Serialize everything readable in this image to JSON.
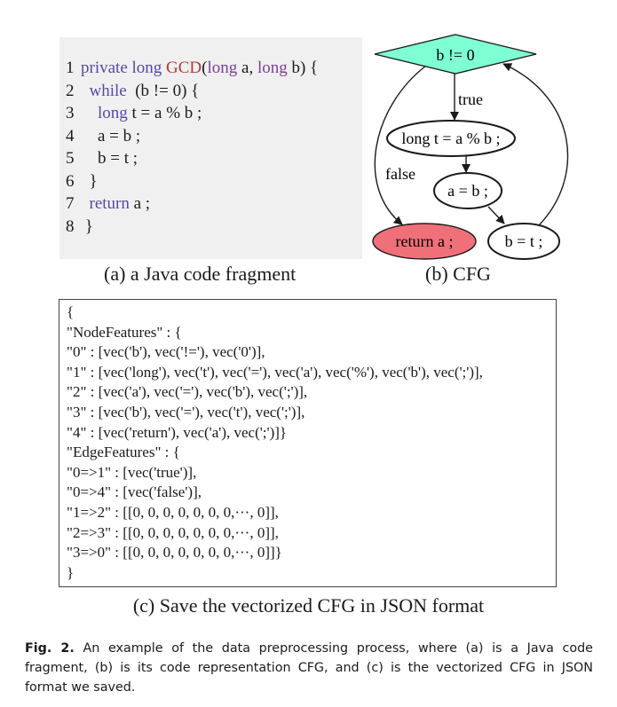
{
  "code": {
    "caption": "(a) a Java code fragment",
    "lines": [
      {
        "num": "1",
        "parts": [
          [
            "kw",
            "private long "
          ],
          [
            "fn",
            "GCD"
          ],
          [
            "pl",
            "("
          ],
          [
            "kw2",
            "long"
          ],
          [
            "pl",
            " a, "
          ],
          [
            "kw2",
            "long"
          ],
          [
            "pl",
            " b) {"
          ]
        ]
      },
      {
        "num": "2",
        "parts": [
          [
            "kw",
            "  while "
          ],
          [
            "pl",
            " (b != 0) {"
          ]
        ]
      },
      {
        "num": "3",
        "parts": [
          [
            "kw",
            "    long"
          ],
          [
            "pl",
            " t = a % b ;"
          ]
        ]
      },
      {
        "num": "4",
        "parts": [
          [
            "pl",
            "    a = b ;"
          ]
        ]
      },
      {
        "num": "5",
        "parts": [
          [
            "pl",
            "    b = t ;"
          ]
        ]
      },
      {
        "num": "6",
        "parts": [
          [
            "pl",
            "  }"
          ]
        ]
      },
      {
        "num": "7",
        "parts": [
          [
            "kw",
            "  return"
          ],
          [
            "pl",
            " a ;"
          ]
        ]
      },
      {
        "num": "8",
        "parts": [
          [
            "pl",
            " }"
          ]
        ]
      }
    ]
  },
  "cfg": {
    "caption": "(b) CFG",
    "nodes": {
      "cond": "b != 0",
      "assign_t": "long t = a % b ;",
      "assign_a": "a = b ;",
      "assign_b": "b = t ;",
      "ret": "return a ;"
    },
    "edge_labels": {
      "true": "true",
      "false": "false"
    },
    "colors": {
      "diamond": "#7fffd4",
      "return_node": "#f0707a"
    }
  },
  "json_panel": {
    "lines": [
      "{",
      "\"NodeFeatures\" : {",
      "\"0\" : [vec('b'), vec('!='), vec('0')],",
      "\"1\" : [vec('long'), vec('t'), vec('='), vec('a'), vec('%'), vec('b'), vec(';')],",
      "\"2\" : [vec('a'), vec('='), vec('b'), vec(';')],",
      "\"3\" : [vec('b'), vec('='), vec('t'), vec(';')],",
      "\"4\" : [vec('return'), vec('a'), vec(';')]}",
      "\"EdgeFeatures\" : {",
      "\"0=>1\" : [vec('true')],",
      "\"0=>4\" : [vec('false')],",
      "\"1=>2\" : [[0, 0, 0, 0, 0, 0, 0,···, 0]],",
      "\"2=>3\" : [[0, 0, 0, 0, 0, 0, 0,···, 0]],",
      "\"3=>0\" : [[0, 0, 0, 0, 0, 0, 0,···, 0]]}",
      "}"
    ],
    "caption": "(c) Save the vectorized CFG in JSON format"
  },
  "figure_caption": {
    "label": "Fig. 2.",
    "text": " An example of the data preprocessing process, where (a) is a Java code fragment, (b) is its code representation CFG, and (c) is the vectorized CFG in JSON format we saved."
  }
}
